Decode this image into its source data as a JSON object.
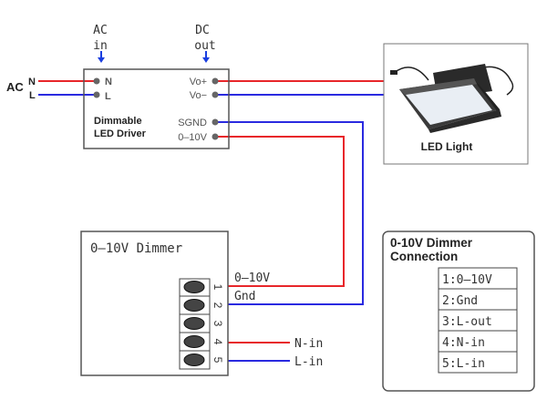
{
  "colors": {
    "phase_wire": "#e8262a",
    "neutral_wire": "#2a2ae0",
    "box_border": "#555555",
    "terminal": "#666666",
    "arrow": "#1a3ee0",
    "text": "#222222",
    "knob": "#444444"
  },
  "ac_source": {
    "label": "AC",
    "n_label": "N",
    "l_label": "L"
  },
  "headers": {
    "ac_in_line1": "AC",
    "ac_in_line2": "in",
    "dc_out_line1": "DC",
    "dc_out_line2": "out"
  },
  "driver": {
    "title_line1": "Dimmable",
    "title_line2": "LED Driver",
    "inputs": [
      "N",
      "L"
    ],
    "outputs": [
      "Vo+",
      "Vo−"
    ],
    "control": [
      "SGND",
      "0–10V"
    ]
  },
  "led_light": {
    "label": "LED Light"
  },
  "dimmer": {
    "title": "0–10V Dimmer",
    "terminals": [
      "1",
      "2",
      "3",
      "4",
      "5"
    ],
    "wire_labels": {
      "t1": "0–10V",
      "t2": "Gnd",
      "t4": "N-in",
      "t5": "L-in"
    }
  },
  "connection_legend": {
    "title_line1": "0-10V Dimmer",
    "title_line2": "Connection",
    "rows": [
      "1:0–10V",
      "2:Gnd",
      "3:L-out",
      "4:N-in",
      "5:L-in"
    ]
  }
}
